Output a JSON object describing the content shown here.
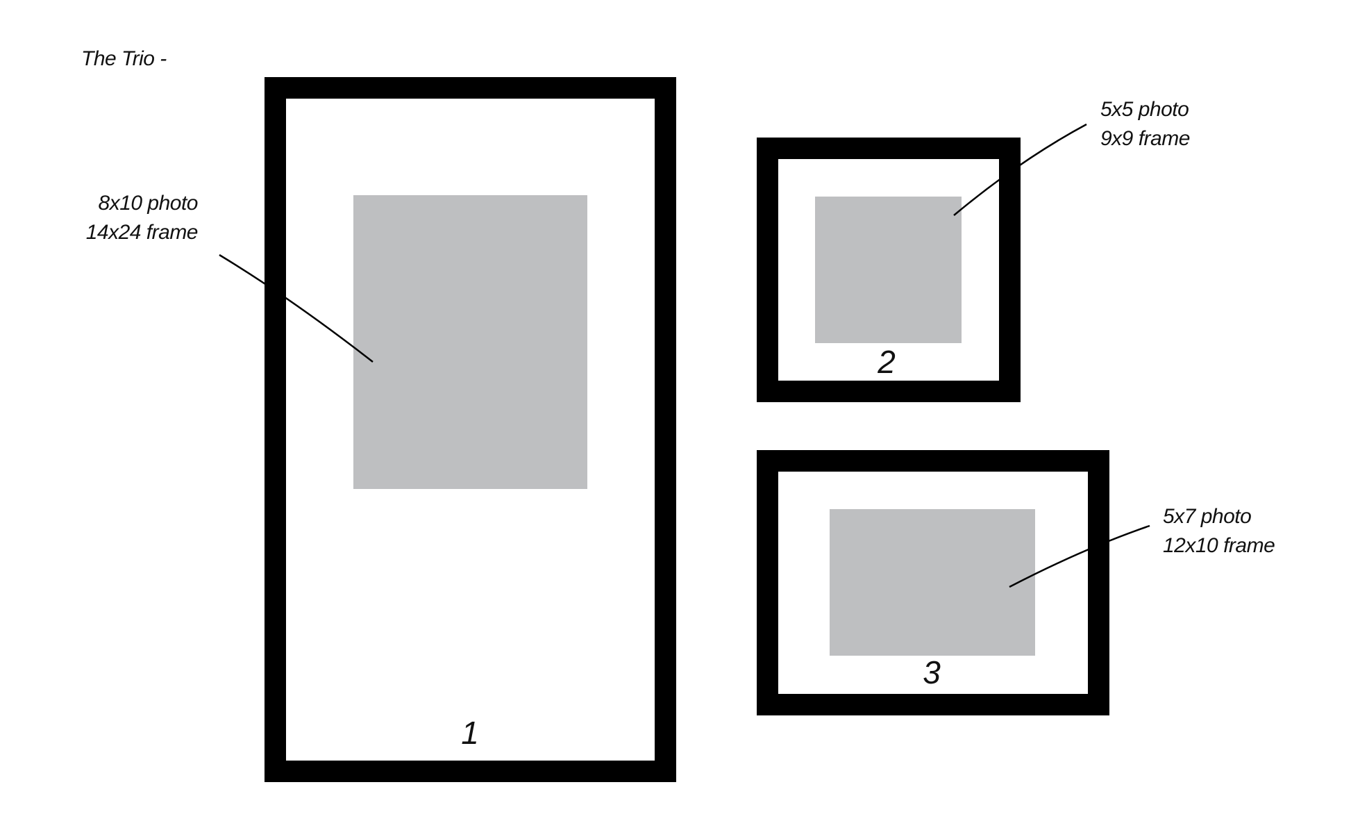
{
  "title": "The Trio -",
  "frames": [
    {
      "number": "1",
      "photo_label": "8x10 photo",
      "frame_label": "14x24 frame"
    },
    {
      "number": "2",
      "photo_label": "5x5 photo",
      "frame_label": "9x9 frame"
    },
    {
      "number": "3",
      "photo_label": "5x7 photo",
      "frame_label": "12x10 frame"
    }
  ],
  "colors": {
    "frame": "#000000",
    "photo": "#bebfc1"
  }
}
